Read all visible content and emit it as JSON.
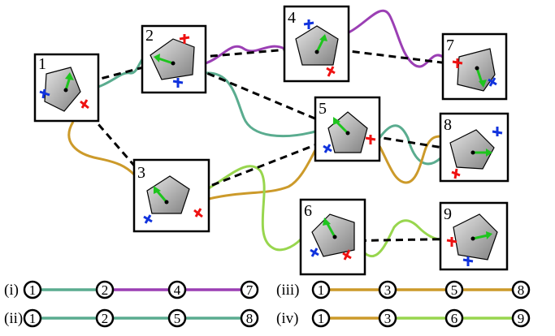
{
  "colors": {
    "teal": "#5aac8f",
    "purple": "#9b3fb4",
    "mustard": "#cc9a2a",
    "lime": "#98d64e",
    "dashed_link": "#000000",
    "arrow_green": "#1ec41e",
    "marker_red": "#ee1111",
    "marker_blue": "#1133dd",
    "box_border": "#000000",
    "pentagon_fill": "#9a9a9a"
  },
  "nodes": [
    {
      "id": "1",
      "label": "1"
    },
    {
      "id": "2",
      "label": "2"
    },
    {
      "id": "3",
      "label": "3"
    },
    {
      "id": "4",
      "label": "4"
    },
    {
      "id": "5",
      "label": "5"
    },
    {
      "id": "6",
      "label": "6"
    },
    {
      "id": "7",
      "label": "7"
    },
    {
      "id": "8",
      "label": "8"
    },
    {
      "id": "9",
      "label": "9"
    }
  ],
  "dashed_edges": [
    [
      "1",
      "2"
    ],
    [
      "2",
      "4"
    ],
    [
      "4",
      "7"
    ],
    [
      "2",
      "5"
    ],
    [
      "1",
      "3"
    ],
    [
      "3",
      "5"
    ],
    [
      "5",
      "8"
    ],
    [
      "6",
      "9"
    ]
  ],
  "paths": [
    {
      "label": "(i)",
      "nodes": [
        "1",
        "2",
        "4",
        "7"
      ],
      "colors": [
        "teal",
        "purple",
        "purple"
      ]
    },
    {
      "label": "(ii)",
      "nodes": [
        "1",
        "2",
        "5",
        "8"
      ],
      "colors": [
        "teal",
        "teal",
        "teal"
      ]
    },
    {
      "label": "(iii)",
      "nodes": [
        "1",
        "3",
        "5",
        "8"
      ],
      "colors": [
        "mustard",
        "mustard",
        "mustard"
      ]
    },
    {
      "label": "(iv)",
      "nodes": [
        "1",
        "3",
        "6",
        "9"
      ],
      "colors": [
        "mustard",
        "lime",
        "lime"
      ]
    }
  ]
}
